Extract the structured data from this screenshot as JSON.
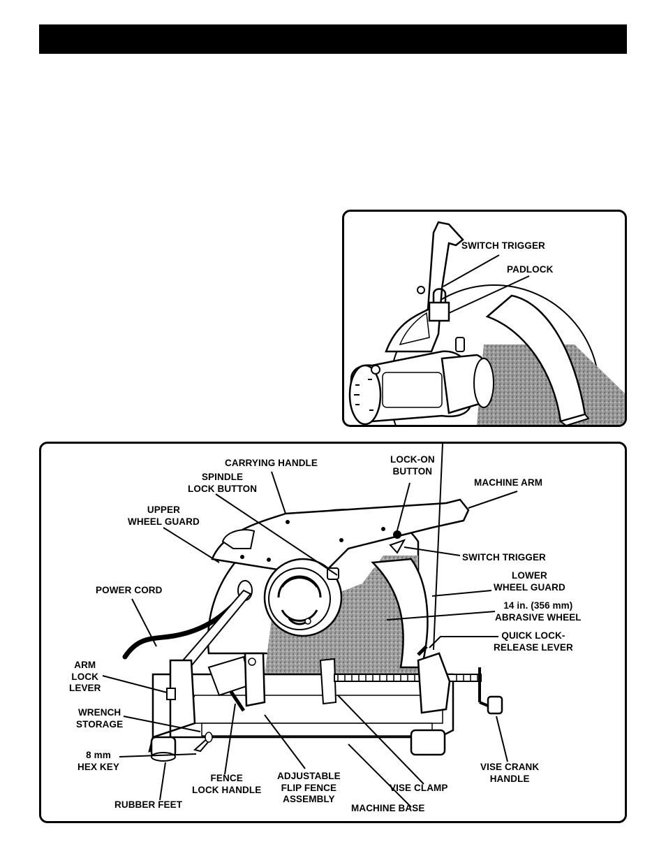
{
  "inset_labels": {
    "switch_trigger": "SWITCH TRIGGER",
    "padlock": "PADLOCK"
  },
  "main_labels": {
    "carrying_handle": "CARRYING HANDLE",
    "spindle_lock_button": "SPINDLE\nLOCK BUTTON",
    "upper_wheel_guard": "UPPER\nWHEEL GUARD",
    "power_cord": "POWER CORD",
    "arm_lock_lever": "ARM\nLOCK\nLEVER",
    "wrench_storage": "WRENCH\nSTORAGE",
    "hex_key": "8 mm\nHEX KEY",
    "rubber_feet": "RUBBER FEET",
    "fence_lock_handle": "FENCE\nLOCK HANDLE",
    "adjustable_flip_fence": "ADJUSTABLE\nFLIP FENCE\nASSEMBLY",
    "machine_base": "MACHINE BASE",
    "vise_clamp": "VISE CLAMP",
    "vise_crank_handle": "VISE CRANK\nHANDLE",
    "lock_on_button": "LOCK-ON\nBUTTON",
    "machine_arm": "MACHINE ARM",
    "switch_trigger": "SWITCH TRIGGER",
    "lower_wheel_guard": "LOWER\nWHEEL GUARD",
    "abrasive_wheel": "14 in. (356 mm)\nABRASIVE WHEEL",
    "quick_lock_release_lever": "QUICK LOCK-\nRELEASE LEVER"
  }
}
